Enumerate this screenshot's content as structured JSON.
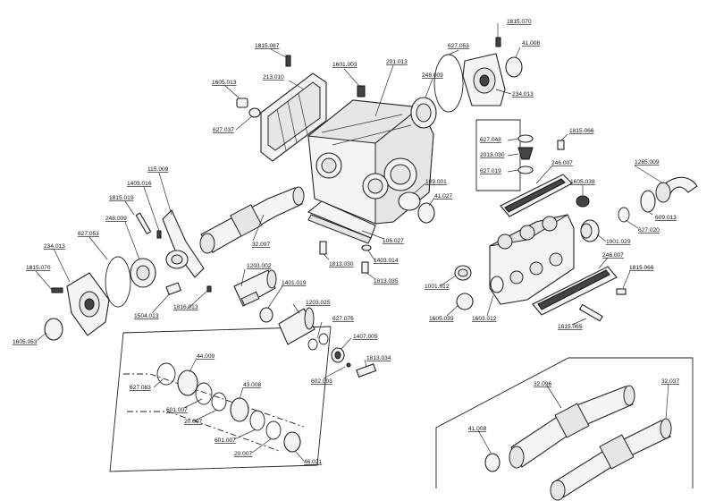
{
  "labels": {
    "p1815_070_top": "1815.070",
    "p41_008_top": "41.008",
    "p1815_067": "1815.067",
    "p627_053_top": "627.053",
    "p1601_003": "1601.003",
    "p201_013": "201.013",
    "p213_010": "213.010",
    "p1605_013": "1605.013",
    "p248_009_top": "248.009",
    "p234_013_top": "234.013",
    "p627_037": "627.037",
    "p1815_066_top": "1815.066",
    "p627_048": "627.048",
    "p2013_030": "2013.030",
    "p627_019": "627.019",
    "p1265_009": "1265.009",
    "p246_007_top": "246.007",
    "p115_009": "115.009",
    "p1403_016": "1403.016",
    "p109_001": "109.001",
    "p1605_038": "1605.038",
    "p41_027": "41.027",
    "p609_013": "609.013",
    "p627_020": "627.020",
    "p1815_019": "1815.019",
    "p248_009_left": "248.009",
    "p627_053_left": "627.053",
    "p234_013_left": "234.013",
    "p32_097": "32.097",
    "p106_027": "106.027",
    "p1001_029": "1001.029",
    "p1813_030": "1813.030",
    "p1403_014": "1403.014",
    "p246_007_mid": "246.007",
    "p1815_070_left": "1815.070",
    "p1203_002": "1203.002",
    "p1813_035": "1813.035",
    "p1401_019": "1401.019",
    "p1001_012": "1001.012",
    "p1815_066_mid": "1815.066",
    "p1504_013": "1504.013",
    "p1816_013": "1816.013",
    "p1203_025": "1203.025",
    "p1605_039": "1605.039",
    "p1603_012": "1603.012",
    "p627_076": "627.076",
    "p1815_065": "1815.065",
    "p1605_053": "1605.053",
    "p1407_005": "1407.005",
    "p44_009": "44.009",
    "p1813_034": "1813.034",
    "p602_003": "602.003",
    "p627_083": "627.083",
    "p43_008": "43.008",
    "p601_007_a": "601.007",
    "p20_007_a": "20.007",
    "p601_007_b": "601.007",
    "p20_007_b": "20.007",
    "p46_021": "46.021",
    "p32_096": "32.096",
    "p32_037": "32.037",
    "p41_008_bottom": "41.008"
  }
}
